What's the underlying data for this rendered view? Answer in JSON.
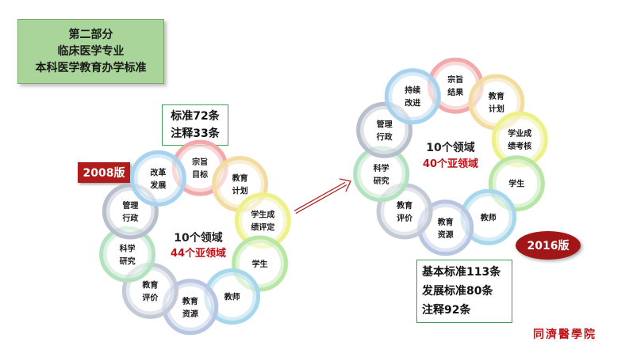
{
  "title_box": {
    "line1": "第二部分",
    "line2": "临床医学专业",
    "line3": "本科医学教育办学标准"
  },
  "left_standards": {
    "line1": "标准72条",
    "line2": "注释33条"
  },
  "badge_2008": "2008版",
  "badge_2016": "2016版",
  "left_center": {
    "line1": "10个领域",
    "line2": "44个亚领域"
  },
  "right_center": {
    "line1": "10个领域",
    "line2": "40个亚领域"
  },
  "right_standards": {
    "line1": "基本标准113条",
    "line2": "发展标准80条",
    "line3": "注释92条"
  },
  "school_name": "同濟醫學院",
  "left_circles": [
    {
      "line1": "宗旨",
      "line2": "目标",
      "color": "#f2a9a9"
    },
    {
      "line1": "教育",
      "line2": "计划",
      "color": "#f2dca0"
    },
    {
      "line1": "学生成",
      "line2": "绩评定",
      "color": "#eef08a"
    },
    {
      "line1": "学生",
      "line2": "",
      "color": "#b9e6a4"
    },
    {
      "line1": "教师",
      "line2": "",
      "color": "#a6d8ec"
    },
    {
      "line1": "教育",
      "line2": "资源",
      "color": "#b8c6e2"
    },
    {
      "line1": "教育",
      "line2": "评价",
      "color": "#c4c9d6"
    },
    {
      "line1": "科学",
      "line2": "研究",
      "color": "#b3e2c0"
    },
    {
      "line1": "管理",
      "line2": "行政",
      "color": "#b7bfcc"
    },
    {
      "line1": "改革",
      "line2": "发展",
      "color": "#a9d2ee"
    }
  ],
  "right_circles": [
    {
      "line1": "宗旨",
      "line2": "结果",
      "color": "#f2a9a9"
    },
    {
      "line1": "教育",
      "line2": "计划",
      "color": "#f2dca0"
    },
    {
      "line1": "学业成",
      "line2": "绩考核",
      "color": "#eef08a"
    },
    {
      "line1": "学生",
      "line2": "",
      "color": "#b9e6a4"
    },
    {
      "line1": "教师",
      "line2": "",
      "color": "#a6d8ec"
    },
    {
      "line1": "教育",
      "line2": "资源",
      "color": "#b8c6e2"
    },
    {
      "line1": "教育",
      "line2": "评价",
      "color": "#c4c9d6"
    },
    {
      "line1": "科学",
      "line2": "研究",
      "color": "#b3e2c0"
    },
    {
      "line1": "管理",
      "line2": "行政",
      "color": "#b7bfcc"
    },
    {
      "line1": "持续",
      "line2": "改进",
      "color": "#a9d2ee"
    }
  ],
  "accent_red": "#c0121a"
}
